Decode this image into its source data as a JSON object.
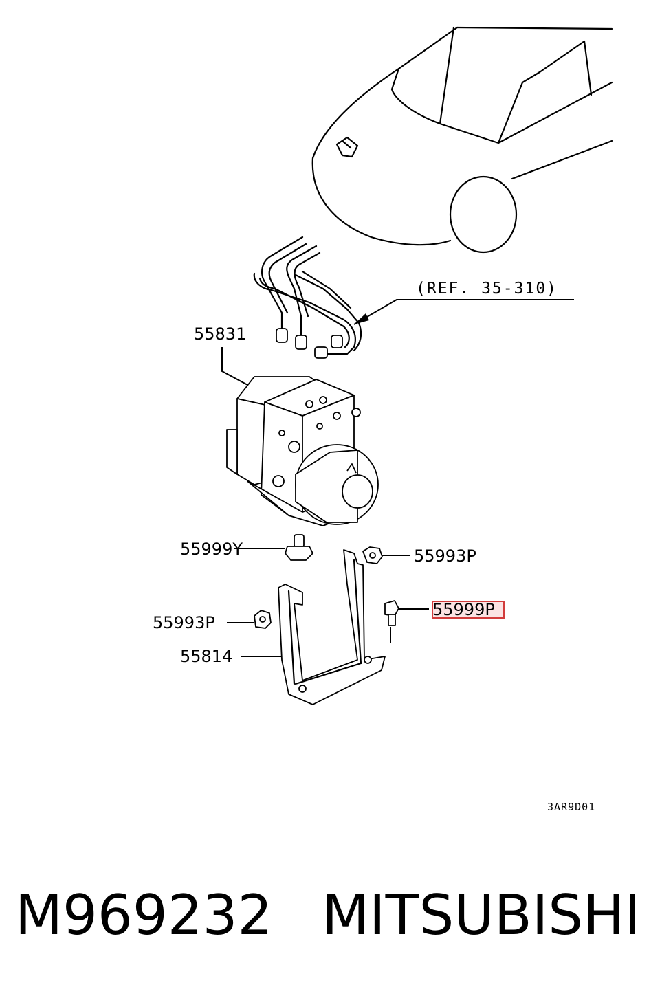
{
  "labels": {
    "ref": "(REF. 35-310)",
    "p55831": "55831",
    "p55999Y": "55999Y",
    "p55993P_upper": "55993P",
    "p55999P": "55999P",
    "p55993P_lower": "55993P",
    "p55814": "55814",
    "drawing_code": "3AR9D01"
  },
  "footer": {
    "part_number": "M969232",
    "brand": "MITSUBISHI"
  },
  "colors": {
    "highlight": "#d23c3c",
    "highlight_fill": "#fbe3e3",
    "ink": "#000000"
  }
}
